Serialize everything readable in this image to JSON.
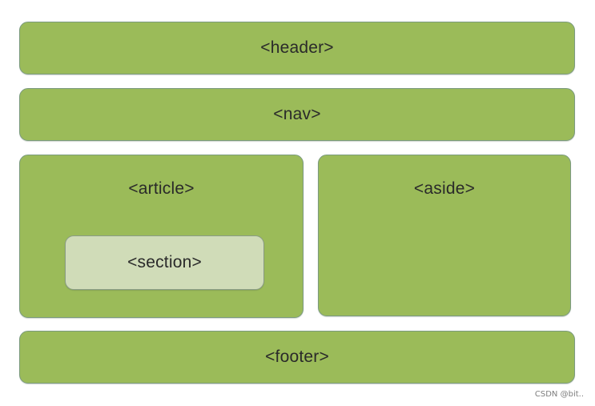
{
  "diagram": {
    "header": "<header>",
    "nav": "<nav>",
    "article": "<article>",
    "section": "<section>",
    "aside": "<aside>",
    "footer": "<footer>"
  },
  "watermark": "CSDN @bit..",
  "colors": {
    "block_fill": "#9bbb59",
    "block_border": "#7a9a7e",
    "section_fill": "#d0dcb8",
    "text": "#2a2a2a"
  }
}
